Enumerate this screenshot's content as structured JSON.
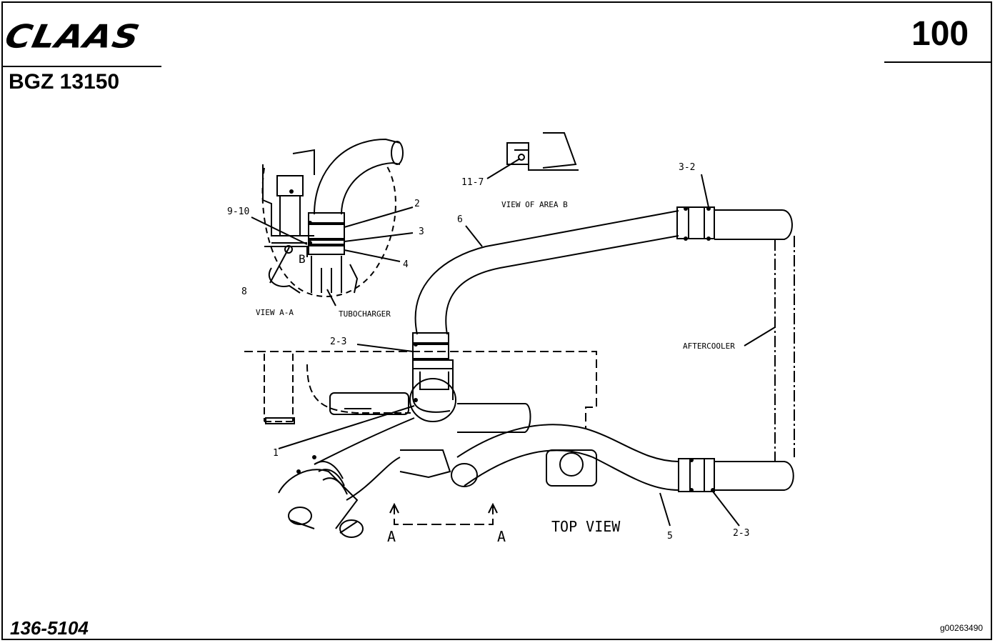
{
  "header": {
    "logo": "CLAAS",
    "model": "BGZ 13150",
    "page_number": "100"
  },
  "footer": {
    "part_number": "136-5104",
    "image_id": "g00263490"
  },
  "callouts": {
    "c_9_10": "9-10",
    "c_8": "8",
    "c_b": "B",
    "c_2": "2",
    "c_3": "3",
    "c_4": "4",
    "c_view_aa": "VIEW A-A",
    "c_tubocharger": "TUBOCHARGER",
    "c_11_7": "11-7",
    "c_view_area_b": "VIEW OF AREA B",
    "c_6": "6",
    "c_3_2": "3-2",
    "c_2_3_top": "2-3",
    "c_aftercooler": "AFTERCOOLER",
    "c_1": "1",
    "c_a_left": "A",
    "c_a_right": "A",
    "c_top_view": "TOP VIEW",
    "c_5": "5",
    "c_2_3_bottom": "2-3"
  }
}
